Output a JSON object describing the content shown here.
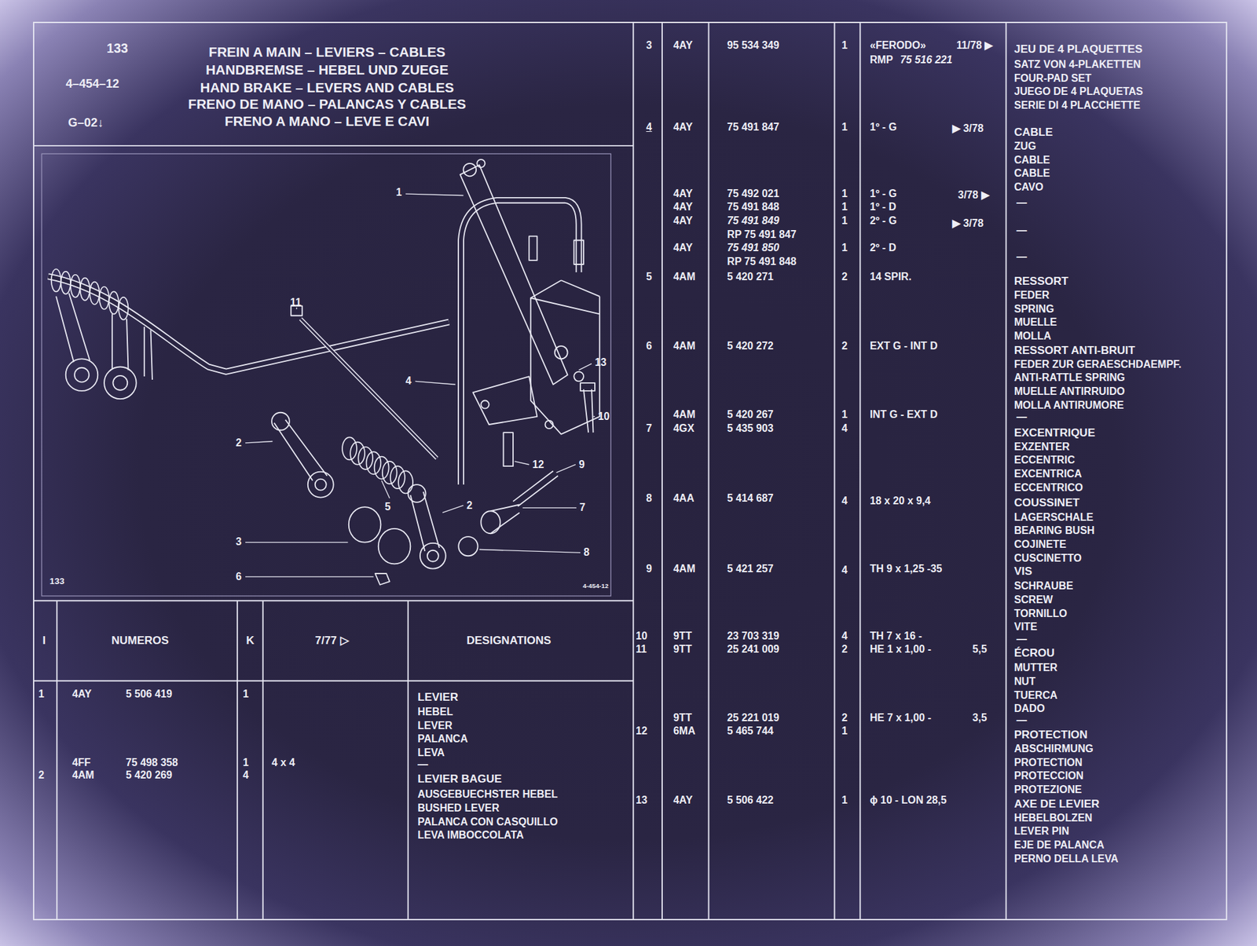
{
  "diagram": {
    "title": "FREIN A MAIN – LEVIERS – CABLES",
    "labels": [
      "133",
      "4–454–12",
      "G–02↓",
      "HANDBREMSE – HEBEL UND ZUEGE",
      "HAND BRAKE – LEVERS AND CABLES",
      "FRENO  DE MANO – PALANCAS Y CABLES",
      "FRENO A MANO – LEVE E CAVI",
      "1",
      "11",
      "4",
      "13",
      "10",
      "2",
      "12",
      "9",
      "5",
      "2",
      "7",
      "3",
      "8",
      "6",
      "133",
      "4-454-12",
      "I",
      "NUMEROS",
      "K",
      "7/77 ▷",
      "DESIGNATIONS",
      "1",
      "4AY",
      "5 506 419",
      "1",
      "LEVIER",
      "HEBEL",
      "LEVER",
      "PALANCA",
      "LEVA",
      "—",
      "4FF",
      "75 498 358",
      "1",
      "4 x 4",
      "2",
      "4AM",
      "5 420 269",
      "4",
      "LEVIER BAGUE",
      "AUSGEBUECHSTER HEBEL",
      "BUSHED LEVER",
      "PALANCA CON CASQUILLO",
      "LEVA IMBOCCOLATA",
      "3",
      "4AY",
      "95 534 349",
      "1",
      "«FERODO»",
      "11/78 ▶",
      "RMP",
      "75 516 221",
      "JEU DE 4 PLAQUETTES",
      "SATZ VON 4-PLAKETTEN",
      "FOUR-PAD SET",
      "JUEGO DE 4 PLAQUETAS",
      "SERIE DI 4 PLACCHETTE",
      "4",
      "4AY",
      "75 491 847",
      "1",
      "1º - G",
      "▶ 3/78",
      "CABLE",
      "ZUG",
      "CABLE",
      "CABLE",
      "CAVO",
      "4AY",
      "75 492 021",
      "1",
      "1º - G",
      "3/78 ▶",
      "—",
      "4AY",
      "75 491 848",
      "1",
      "1º - D",
      "4AY",
      "75 491 849",
      "1",
      "2º - G",
      "▶ 3/78",
      "—",
      "RP 75 491 847",
      "4AY",
      "75 491 850",
      "1",
      "2º - D",
      "—",
      "RP 75 491 848",
      "5",
      "4AM",
      "5 420 271",
      "2",
      "14 SPIR.",
      "RESSORT",
      "FEDER",
      "SPRING",
      "MUELLE",
      "MOLLA",
      "6",
      "4AM",
      "5 420 272",
      "2",
      "EXT G - INT D",
      "RESSORT ANTI-BRUIT",
      "FEDER ZUR GERAESCHDAEMPF.",
      "ANTI-RATTLE SPRING",
      "MUELLE ANTIRRUIDO",
      "MOLLA ANTIRUMORE",
      "—",
      "4AM",
      "5 420 267",
      "1",
      "INT G - EXT D",
      "7",
      "4GX",
      "5 435 903",
      "4",
      "EXCENTRIQUE",
      "EXZENTER",
      "ECCENTRIC",
      "EXCENTRICA",
      "ECCENTRICO",
      "8",
      "4AA",
      "5 414 687",
      "4",
      "18 x 20 x 9,4",
      "COUSSINET",
      "LAGERSCHALE",
      "BEARING BUSH",
      "COJINETE",
      "CUSCINETTO",
      "9",
      "4AM",
      "5 421 257",
      "4",
      "TH 9 x 1,25 -35",
      "VIS",
      "SCHRAUBE",
      "SCREW",
      "TORNILLO",
      "VITE",
      "—",
      "10",
      "9TT",
      "23 703 319",
      "4",
      "TH 7 x 16 -",
      "11",
      "9TT",
      "25 241 009",
      "2",
      "HE 1 x 1,00 -",
      "5,5",
      "ÉCROU",
      "MUTTER",
      "NUT",
      "TUERCA",
      "DADO",
      "—",
      "9TT",
      "25 221 019",
      "2",
      "HE 7 x 1,00 -",
      "3,5",
      "12",
      "6MA",
      "5 465 744",
      "1",
      "PROTECTION",
      "ABSCHIRMUNG",
      "PROTECTION",
      "PROTECCION",
      "PROTEZIONE",
      "13",
      "4AY",
      "5 506 422",
      "1",
      "ϕ 10 - LON 28,5",
      "AXE DE LEVIER",
      "HEBELBOLZEN",
      "LEVER PIN",
      "EJE DE PALANCA",
      "PERNO DELLA LEVA"
    ]
  }
}
